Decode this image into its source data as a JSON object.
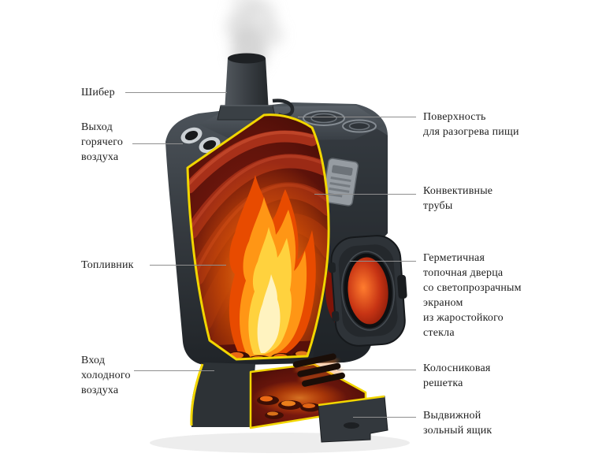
{
  "labels": {
    "left": [
      {
        "id": "damper",
        "text": "Шибер"
      },
      {
        "id": "hot-air-outlet",
        "text": "Выход\nгорячего\nвоздуха"
      },
      {
        "id": "firebox",
        "text": "Топливник"
      },
      {
        "id": "cold-air-inlet",
        "text": "Вход\nхолодного\nвоздуха"
      }
    ],
    "right": [
      {
        "id": "cooking-surface",
        "text": "Поверхность\nдля разогрева пищи"
      },
      {
        "id": "convection-tubes",
        "text": "Конвективные\nтрубы"
      },
      {
        "id": "sealed-door",
        "text": "Герметичная\nтопочная дверца\nсо светопрозрачным\nэкраном\nиз жаростойкого\nстекла"
      },
      {
        "id": "grate",
        "text": "Колосниковая\nрешетка"
      },
      {
        "id": "ash-drawer",
        "text": "Выдвижной\nзольный ящик"
      }
    ]
  },
  "colors": {
    "background": "#ffffff",
    "body_dark": "#34393e",
    "cut_outline_yellow": "#f2d600",
    "interior_maroon": "#5c120a",
    "flame_orange": "#ff9615",
    "flame_yellow": "#ffd23e",
    "door_glass_red": "#c73414",
    "label_text": "#1e1e1e",
    "leader_line": "#8f8f8f"
  }
}
